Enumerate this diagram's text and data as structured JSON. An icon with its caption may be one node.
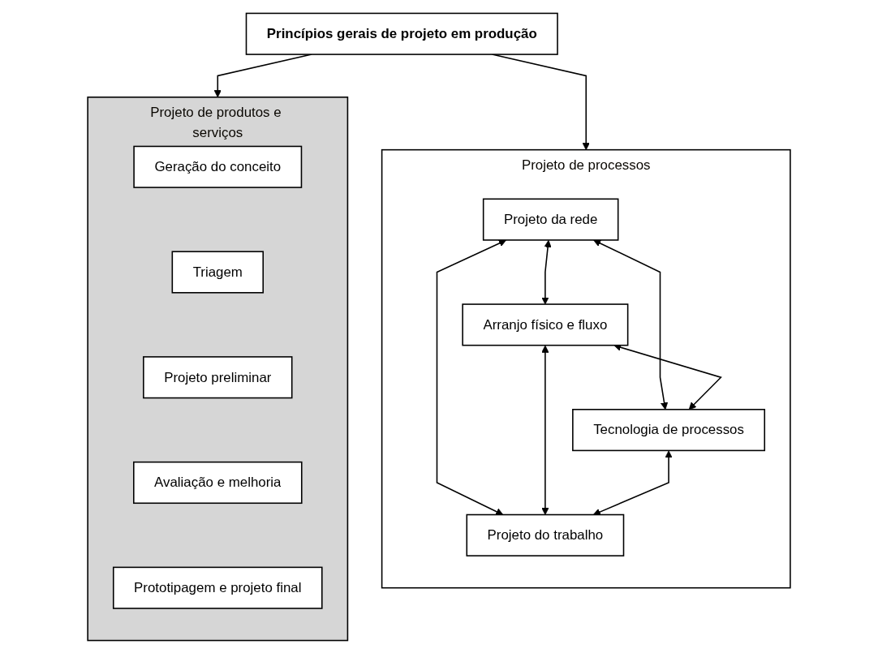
{
  "diagram": {
    "nodes": [
      {
        "text": [
          "Princípios gerais de projeto em produção"
        ]
      },
      {
        "text": [
          "Projeto de produtos e serviços"
        ]
      },
      {
        "text": [
          "Geração do conceito"
        ],
        "in": 1
      },
      {
        "text": [
          "Triagem"
        ],
        "in": 1
      },
      {
        "text": [
          "Projeto preliminar"
        ],
        "in": 1
      },
      {
        "text": [
          "Avaliação e melhoria"
        ],
        "in": 1
      },
      {
        "text": [
          "Prototipagem e projeto final"
        ],
        "in": 1
      },
      {
        "text": [
          "Projeto de processos"
        ]
      },
      {
        "text": [
          "Projeto da rede"
        ],
        "in": 7
      },
      {
        "text": [
          "Arranjo físico e fluxo"
        ],
        "in": 7
      },
      {
        "text": [
          "Tecnologia de processos"
        ],
        "in": 7
      },
      {
        "text": [
          "Projeto do trabalho"
        ],
        "in": 7
      }
    ],
    "edges": [
      {
        "from": 0,
        "to": 1,
        "arrow": "to"
      },
      {
        "from": 0,
        "to": 7,
        "arrow": "to"
      },
      {
        "from": 8,
        "to": 9,
        "arrow": "both"
      },
      {
        "from": 8,
        "to": 10,
        "arrow": "both"
      },
      {
        "from": 8,
        "to": 11,
        "arrow": "both"
      },
      {
        "from": 9,
        "to": 10,
        "arrow": "both"
      },
      {
        "from": 9,
        "to": 11,
        "arrow": "both"
      },
      {
        "from": 10,
        "to": 11,
        "arrow": "both"
      }
    ]
  }
}
